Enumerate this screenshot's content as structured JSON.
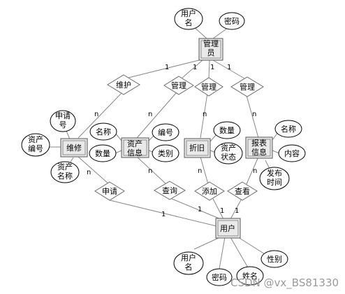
{
  "entities": {
    "admin": "管理员",
    "repair": "维修",
    "asset": "资产信息",
    "depreciation": "折旧",
    "report": "报表信息",
    "user": "用户"
  },
  "attributes": {
    "admin_username": "用户名",
    "admin_password": "密码",
    "repair_apply_no": "申请号",
    "repair_asset_no": "资产编号",
    "repair_asset_name": "资产名称",
    "asset_name": "名称",
    "asset_qty": "数量",
    "asset_no": "编号",
    "asset_category": "类别",
    "dep_qty": "数量",
    "dep_asset_status": "资产状态",
    "report_name": "名称",
    "report_content": "内容",
    "report_time": "发布时间",
    "user_username": "用户名",
    "user_password": "密码",
    "user_name": "姓名",
    "user_gender": "性别"
  },
  "relationships": {
    "maintain": "维护",
    "manage_asset": "管理",
    "manage_dep": "管理",
    "manage_report": "管理",
    "apply": "申请",
    "query": "查询",
    "add": "添加",
    "view": "查看"
  },
  "cardinalities": {
    "admin_maintain": "1",
    "admin_manage_asset": "1",
    "admin_manage_dep": "1",
    "admin_manage_report": "1",
    "maintain_repair": "n",
    "manage_asset_n": "n",
    "manage_dep_n": "n",
    "manage_report_n": "n",
    "repair_apply": "n",
    "asset_query": "n",
    "dep_add": "n",
    "report_view": "n",
    "user_apply": "1",
    "user_query": "1",
    "user_add": "1",
    "user_view": "1"
  },
  "watermark": "CSDN @vx_BS81330"
}
